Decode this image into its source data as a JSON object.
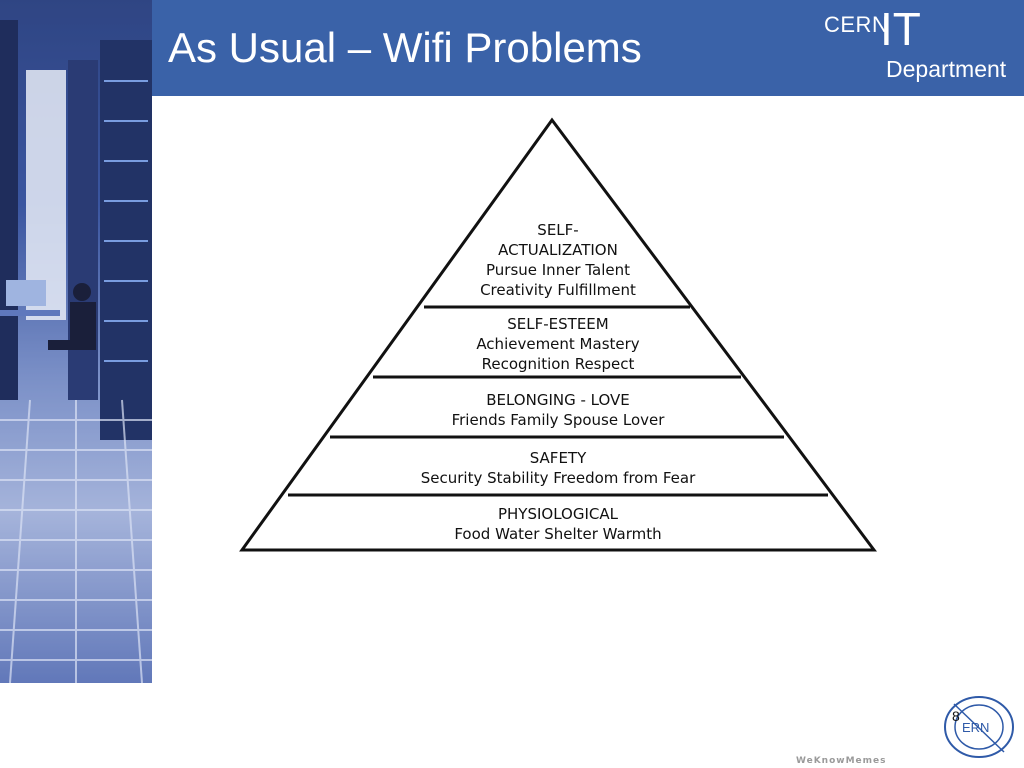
{
  "slide": {
    "title": "As Usual – Wifi Problems",
    "page_number": "8"
  },
  "logo": {
    "cern": "CERN",
    "it": "IT",
    "department": "Department"
  },
  "pyramid": {
    "levels": [
      {
        "lines": [
          "SELF-",
          "ACTUALIZATION",
          "Pursue Inner Talent",
          "Creativity Fulfillment"
        ]
      },
      {
        "lines": [
          "SELF-ESTEEM",
          "Achievement Mastery",
          "Recognition Respect"
        ]
      },
      {
        "lines": [
          "BELONGING - LOVE",
          "Friends Family Spouse Lover"
        ]
      },
      {
        "lines": [
          "SAFETY",
          "Security Stability Freedom from Fear"
        ]
      },
      {
        "lines": [
          "PHYSIOLOGICAL",
          "Food Water Shelter Warmth"
        ]
      }
    ]
  },
  "emblem": {
    "text": "ERN"
  },
  "watermark": "WeKnowMemes",
  "colors": {
    "header": "#3a62a8",
    "title_text": "#ffffff"
  }
}
